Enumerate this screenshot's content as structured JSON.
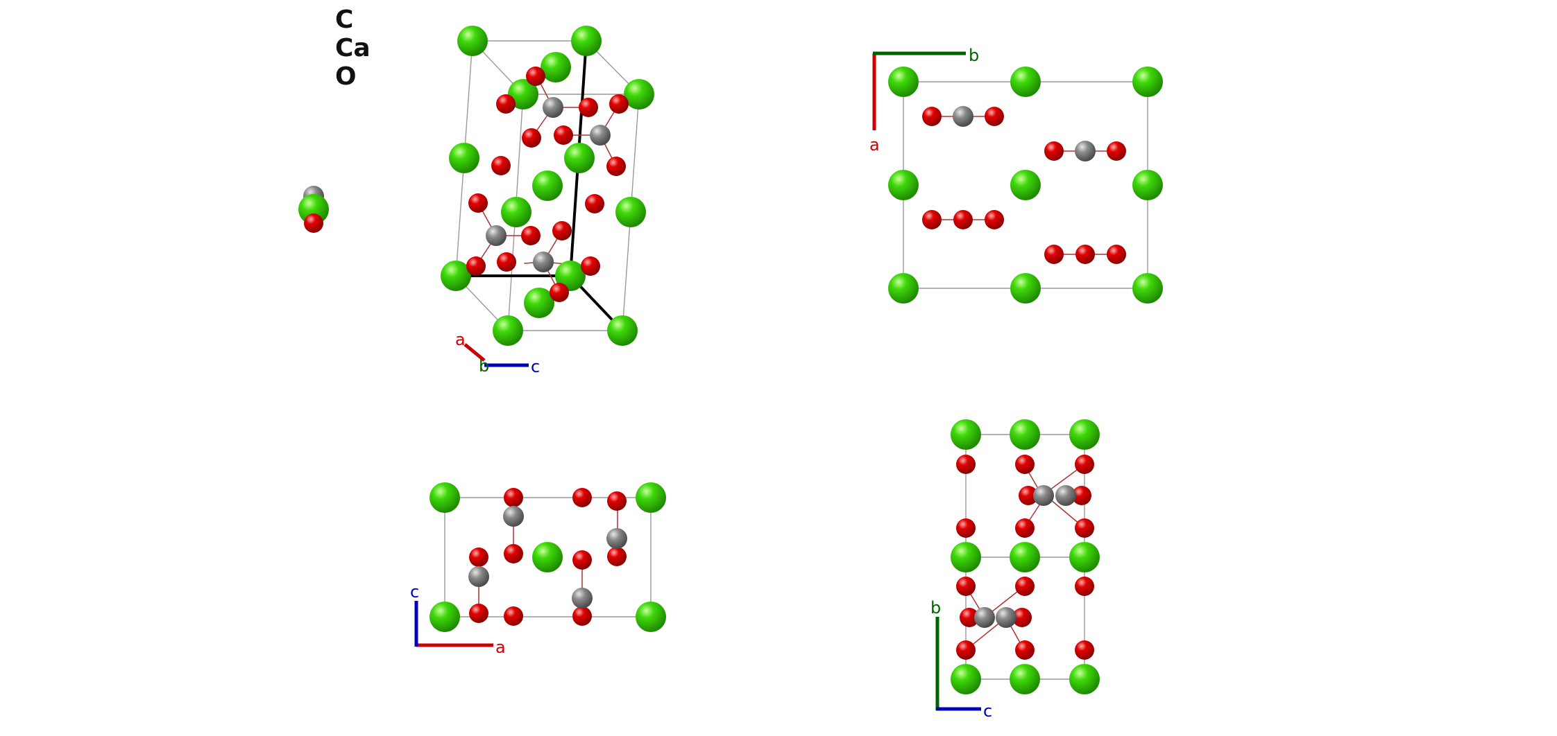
{
  "legend": {
    "elements": [
      "C",
      "Ca",
      "O"
    ]
  },
  "colors": {
    "C": "#7f7f7f",
    "Ca": "#3fd80b",
    "O": "#e10000",
    "axis_a": "#cc0000",
    "axis_b": "#006400",
    "axis_c": "#0000bb",
    "cell_edge": "#999999",
    "bond_dark": "#000000"
  },
  "axes": {
    "a": "a",
    "b": "b",
    "c": "c"
  },
  "icons": {
    "atom": "sphere-icon"
  }
}
